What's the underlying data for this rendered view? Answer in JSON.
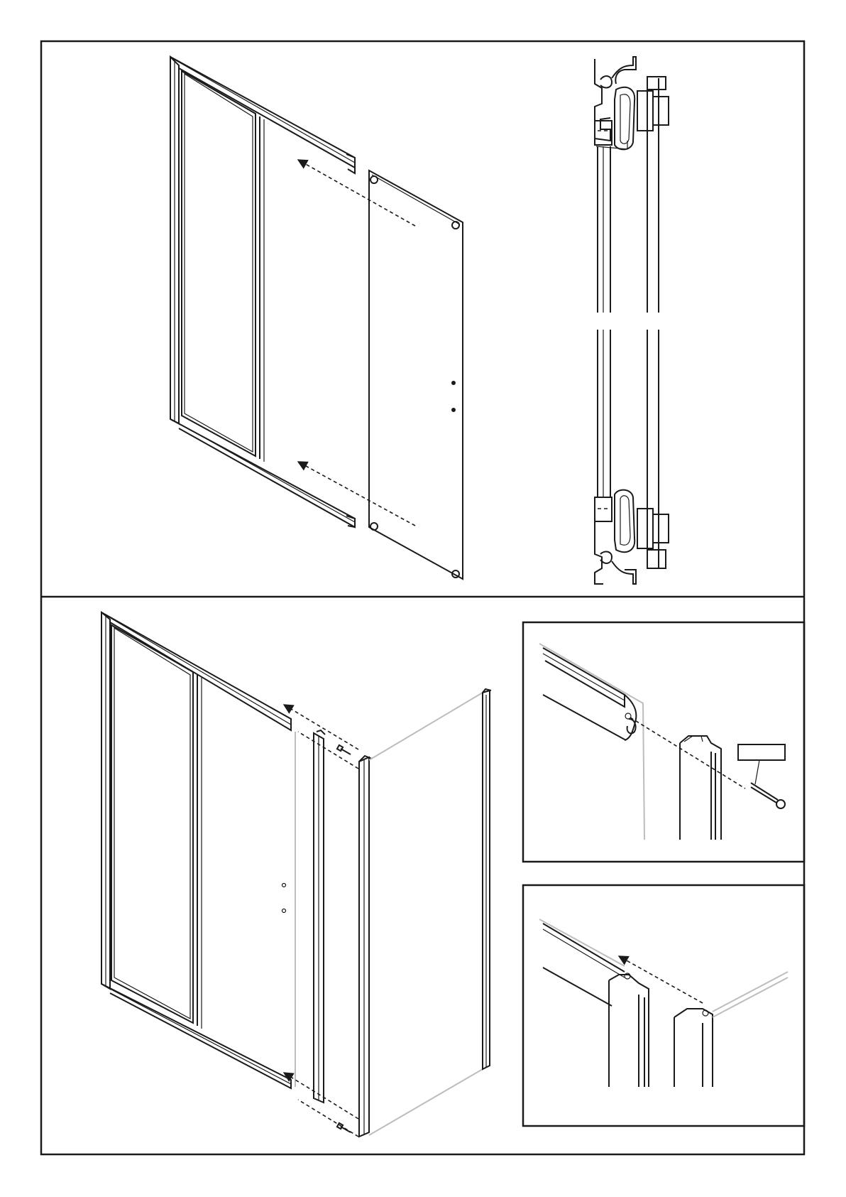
{
  "sheet": {
    "page_number": "",
    "panels": [
      {
        "id": "slide-in-door-panel",
        "label": ""
      },
      {
        "id": "track-profile-section",
        "label": ""
      },
      {
        "id": "side-panel-attachment",
        "label": ""
      },
      {
        "id": "detail-screw-fixing",
        "label": ""
      },
      {
        "id": "detail-profile-insert",
        "label": ""
      }
    ],
    "screw_label": ""
  },
  "colors": {
    "line": "#1a1a1a",
    "ghost": "#bdbdbd",
    "background": "#ffffff"
  }
}
